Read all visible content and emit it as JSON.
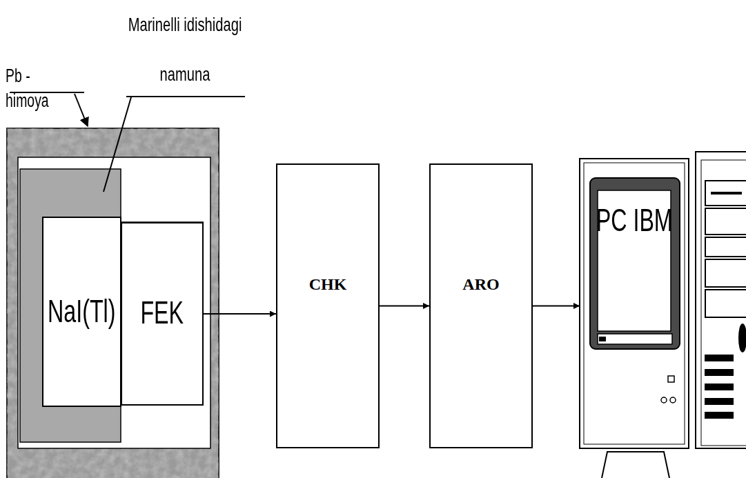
{
  "diagram": {
    "nodes": [
      {
        "text": [
          "NaI(Tl)"
        ]
      },
      {
        "text": [
          "FEK"
        ]
      },
      {
        "text": [
          "CHK"
        ]
      },
      {
        "text": [
          "ARO"
        ]
      },
      {
        "text": [
          "PC IBM"
        ]
      }
    ],
    "edges": [
      {
        "from": 1,
        "to": 2,
        "arrow": "to"
      },
      {
        "from": 2,
        "to": 3,
        "arrow": "to"
      },
      {
        "from": 3,
        "to": 4,
        "arrow": "to"
      }
    ],
    "labels": [
      "Pb - himoya",
      "Marinelli idishidagi namuna"
    ]
  }
}
